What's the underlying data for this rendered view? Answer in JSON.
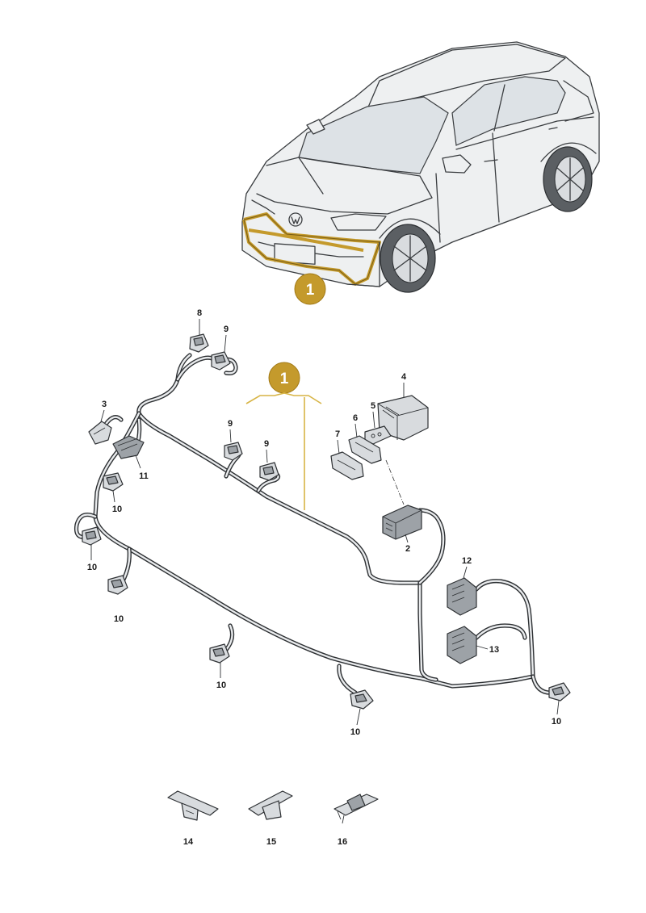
{
  "diagram": {
    "badge_car": "1",
    "badge_harness": "1",
    "callouts": {
      "c8": "8",
      "c9a": "9",
      "c9b": "9",
      "c9c": "9",
      "c3": "3",
      "c11": "11",
      "c4": "4",
      "c5": "5",
      "c6": "6",
      "c7": "7",
      "c2": "2",
      "c10a": "10",
      "c10b": "10",
      "c10c": "10",
      "c10d": "10",
      "c10e": "10",
      "c10f": "10",
      "c12": "12",
      "c13": "13",
      "c14": "14",
      "c15": "15",
      "c16": "16"
    }
  },
  "colors": {
    "highlight": "#c49a2c",
    "badge_fill": "#c49a2c",
    "cable": "#2e3134"
  }
}
